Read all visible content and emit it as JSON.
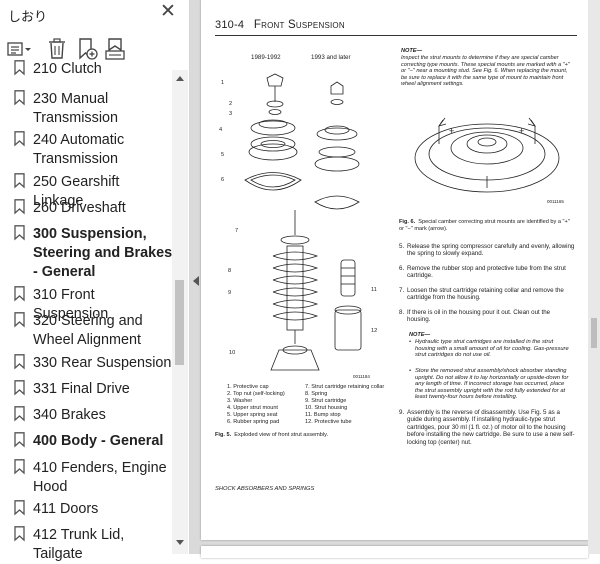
{
  "sidebar": {
    "title": "しおり",
    "close_icon": "close-icon",
    "toolbar": [
      {
        "name": "options-menu-icon"
      },
      {
        "name": "delete-bookmark-icon"
      },
      {
        "name": "new-bookmark-icon"
      },
      {
        "name": "bookmark-from-selection-icon"
      }
    ],
    "items": [
      {
        "label": "210 Clutch",
        "bold": false
      },
      {
        "label": "230 Manual Transmission",
        "bold": false
      },
      {
        "label": "240 Automatic Transmission",
        "bold": false
      },
      {
        "label": "250 Gearshift Linkage",
        "bold": false
      },
      {
        "label": "260 Driveshaft",
        "bold": false
      },
      {
        "label": "300 Suspension, Steering and Brakes - General",
        "bold": true
      },
      {
        "label": "310 Front Suspension",
        "bold": false
      },
      {
        "label": "320 Steering and Wheel Alignment",
        "bold": false
      },
      {
        "label": "330 Rear Suspension",
        "bold": false
      },
      {
        "label": "331 Final Drive",
        "bold": false
      },
      {
        "label": "340 Brakes",
        "bold": false
      },
      {
        "label": "400 Body - General",
        "bold": true
      },
      {
        "label": "410 Fenders, Engine Hood",
        "bold": false
      },
      {
        "label": "411 Doors",
        "bold": false
      },
      {
        "label": "412 Trunk Lid, Tailgate",
        "bold": false
      }
    ]
  },
  "document": {
    "page_number": "310-4",
    "page_title": "Front Suspension",
    "fig5": {
      "col1_label": "1989-1992",
      "col2_label": "1993 and later",
      "callouts": [
        "1",
        "2",
        "3",
        "4",
        "5",
        "6",
        "7",
        "8",
        "9",
        "10",
        "11",
        "12"
      ],
      "code": "0011184",
      "legend_left": [
        "1. Protective cap",
        "2. Top nut (self-locking)",
        "3. Washer",
        "4. Upper strut mount",
        "5. Upper spring seat",
        "6. Rubber spring pad"
      ],
      "legend_right": [
        "7. Strut cartridge retaining collar",
        "8. Spring",
        "9. Strut cartridge",
        "10. Strut housing",
        "11. Bump stop",
        "12. Protective tube"
      ],
      "caption_label": "Fig. 5.",
      "caption_text": "Exploded view of front strut assembly."
    },
    "note": {
      "title": "NOTE—",
      "text": "Inspect the strut mounts to determine if they are special camber correcting type mounts. These special mounts are marked with a \"+\" or \"−\" near a mounting stud. See Fig. 6. When replacing the mount, be sure to replace it with the same type of mount to maintain front wheel alignment settings."
    },
    "fig6": {
      "code": "0011165",
      "caption_label": "Fig. 6.",
      "caption_text": "Special camber correcting strut mounts are identified by a \"+\" or \"−\" mark (arrow)."
    },
    "steps": [
      {
        "n": "5.",
        "text": "Release the spring compressor carefully and evenly, allowing the spring to slowly expand."
      },
      {
        "n": "6.",
        "text": "Remove the rubber stop and protective tube from the strut cartridge."
      },
      {
        "n": "7.",
        "text": "Loosen the strut cartridge retaining collar and remove the cartridge from the housing."
      },
      {
        "n": "8.",
        "text": "If there is oil in the housing pour it out. Clean out the housing."
      }
    ],
    "bullets": [
      "Hydraulic type strut cartridges are installed in the strut housing with a small amount of oil for cooling. Gas-pressure strut cartridges do not use oil.",
      "Store the removed strut assembly/shock absorber standing upright. Do not allow it to lay horizontally or upside-down for any length of time. If incorrect storage has occurred, place the strut assembly upright with the rod fully extended for at least twenty-four hours before installing."
    ],
    "bullets_title": "NOTE—",
    "step9": {
      "n": "9.",
      "text": "Assembly is the reverse of disassembly. Use Fig. 5 as a guide during assembly. If installing hydraulic-type strut cartridges, pour 30 ml (1 fl. oz.) of motor oil to the housing before installing the new cartridge. Be sure to use a new self-locking top (center) nut."
    },
    "footer": "SHOCK ABSORBERS AND SPRINGS"
  }
}
